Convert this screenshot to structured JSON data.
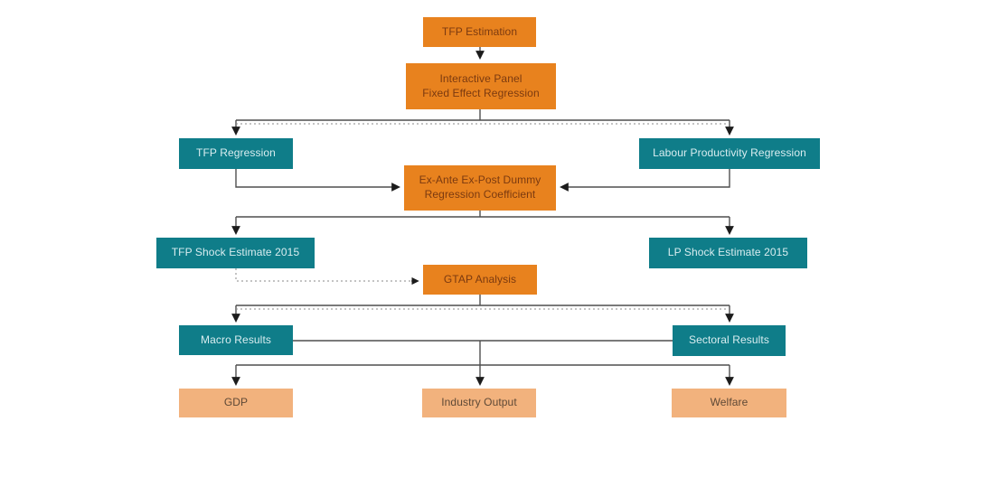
{
  "diagram": {
    "type": "flowchart",
    "nodes": {
      "tfp_estimation": {
        "label": "TFP Estimation",
        "style": "primary"
      },
      "interactive_panel": {
        "label": "Interactive Panel\nFixed Effect Regression",
        "style": "primary"
      },
      "tfp_regression": {
        "label": "TFP Regression",
        "style": "secondary"
      },
      "labour_prod": {
        "label": "Labour Productivity Regression",
        "style": "secondary"
      },
      "ex_ante": {
        "label": "Ex-Ante Ex-Post Dummy\nRegression Coefficient",
        "style": "primary"
      },
      "tfp_shock": {
        "label": "TFP Shock Estimate 2015",
        "style": "secondary"
      },
      "lp_shock": {
        "label": "LP Shock Estimate 2015",
        "style": "secondary"
      },
      "gtap": {
        "label": "GTAP Analysis",
        "style": "primary"
      },
      "macro": {
        "label": "Macro Results",
        "style": "secondary"
      },
      "sectoral": {
        "label": "Sectoral Results",
        "style": "secondary"
      },
      "gdp": {
        "label": "GDP",
        "style": "tertiary"
      },
      "industry": {
        "label": "Industry Output",
        "style": "tertiary"
      },
      "welfare": {
        "label": "Welfare",
        "style": "tertiary"
      }
    },
    "edges": [
      {
        "from": "tfp_estimation",
        "to": "interactive_panel"
      },
      {
        "from": "interactive_panel",
        "to": "tfp_regression"
      },
      {
        "from": "interactive_panel",
        "to": "labour_prod"
      },
      {
        "from": "tfp_regression",
        "to": "ex_ante"
      },
      {
        "from": "labour_prod",
        "to": "ex_ante"
      },
      {
        "from": "ex_ante",
        "to": "tfp_shock"
      },
      {
        "from": "ex_ante",
        "to": "lp_shock"
      },
      {
        "from": "tfp_shock",
        "to": "gtap"
      },
      {
        "from": "gtap",
        "to": "macro"
      },
      {
        "from": "gtap",
        "to": "sectoral"
      },
      {
        "from": "macro",
        "to": "sectoral"
      },
      {
        "from": "macro",
        "to": "gdp"
      },
      {
        "from": "results",
        "to": "industry"
      },
      {
        "from": "sectoral",
        "to": "welfare"
      }
    ]
  },
  "colors": {
    "primary": "#e8821e",
    "primary-text": "#7b3a10",
    "secondary": "#0f7d89",
    "secondary-text": "#d9edf0",
    "tertiary": "#f2b27d",
    "tertiary-text": "#5e4936",
    "line": "#4f4f4f",
    "line-dotted": "#8a8a8a",
    "arrowhead": "#1c1c1c"
  }
}
